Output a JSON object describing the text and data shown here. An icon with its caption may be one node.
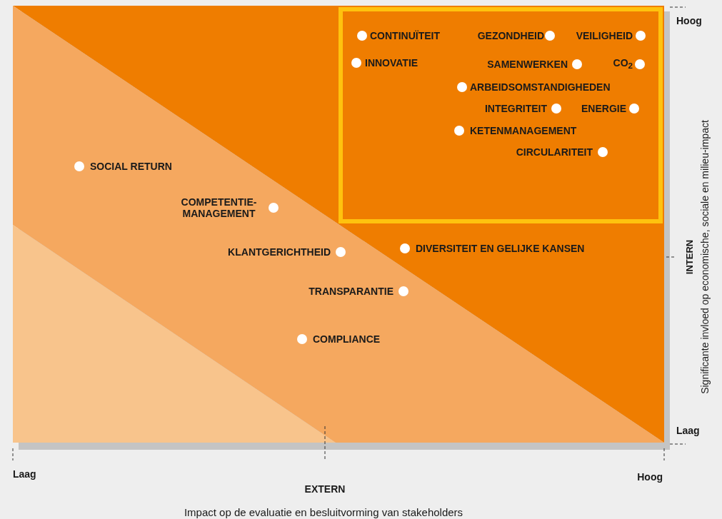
{
  "diagram": {
    "labels": [
      "CONTINUÏTEIT",
      "GEZONDHEID",
      "VEILIGHEID",
      "INNOVATIE",
      "SAMENWERKEN",
      "CO$_{2}$",
      "ARBEIDSOMSTANDIGHEDEN",
      "INTEGRITEIT",
      "ENERGIE",
      "KETENMANAGEMENT",
      "CIRCULARITEIT",
      "SOCIAL RETURN",
      "COMPETENTIE- MANAGEMENT",
      "KLANTGERICHTHEID",
      "DIVERSITEIT EN GELIJKE KANSEN",
      "TRANSPARANTIE",
      "COMPLIANCE",
      "Hoog",
      "INTERN",
      "Significante invloed op economische, sociale en milieu-impact",
      "Laag",
      "Laag",
      "Hoog",
      "EXTERN",
      "Impact op de evaluatie en besluitvorming van stakeholders"
    ]
  }
}
